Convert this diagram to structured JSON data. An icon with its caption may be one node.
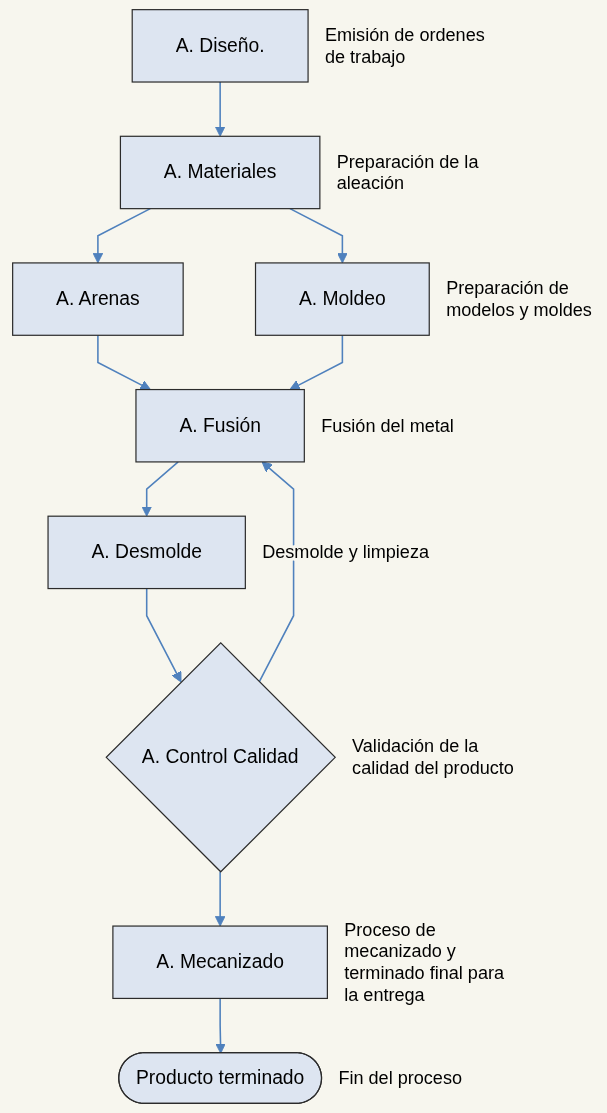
{
  "diagram": {
    "nodes": [
      {
        "text": [
          "A. Diseño."
        ],
        "beside": [
          "Emisión de ordenes de trabajo"
        ]
      },
      {
        "text": [
          "A. Materiales"
        ],
        "beside": [
          "Preparación de la aleación"
        ]
      },
      {
        "text": [
          "A. Arenas"
        ]
      },
      {
        "text": [
          "A. Moldeo"
        ],
        "beside": [
          "Preparación de modelos y moldes"
        ]
      },
      {
        "text": [
          "A. Fusión"
        ],
        "beside": [
          "Fusión del metal"
        ]
      },
      {
        "text": [
          "A. Desmolde"
        ],
        "beside": [
          "Desmolde y limpieza"
        ]
      },
      {
        "text": [
          "A. Control Calidad"
        ],
        "beside": [
          "Validación de la calidad del producto"
        ]
      },
      {
        "text": [
          "A. Mecanizado"
        ],
        "beside": [
          "Proceso de mecanizado y terminado final para la entrega"
        ]
      },
      {
        "text": [
          "Producto terminado"
        ],
        "beside": [
          "Fin del proceso"
        ]
      }
    ],
    "edges": [
      {
        "from": 0,
        "to": 1,
        "arrow": "to"
      },
      {
        "from": 1,
        "to": 2,
        "arrow": "to"
      },
      {
        "from": 1,
        "to": 3,
        "arrow": "to"
      },
      {
        "from": 2,
        "to": 4,
        "arrow": "to"
      },
      {
        "from": 3,
        "to": 4,
        "arrow": "to"
      },
      {
        "from": 4,
        "to": 5,
        "arrow": "to"
      },
      {
        "from": 5,
        "to": 6,
        "arrow": "to"
      },
      {
        "from": 6,
        "to": 4,
        "arrow": "to"
      },
      {
        "from": 6,
        "to": 7,
        "arrow": "to"
      },
      {
        "from": 7,
        "to": 8,
        "arrow": "to"
      }
    ]
  }
}
